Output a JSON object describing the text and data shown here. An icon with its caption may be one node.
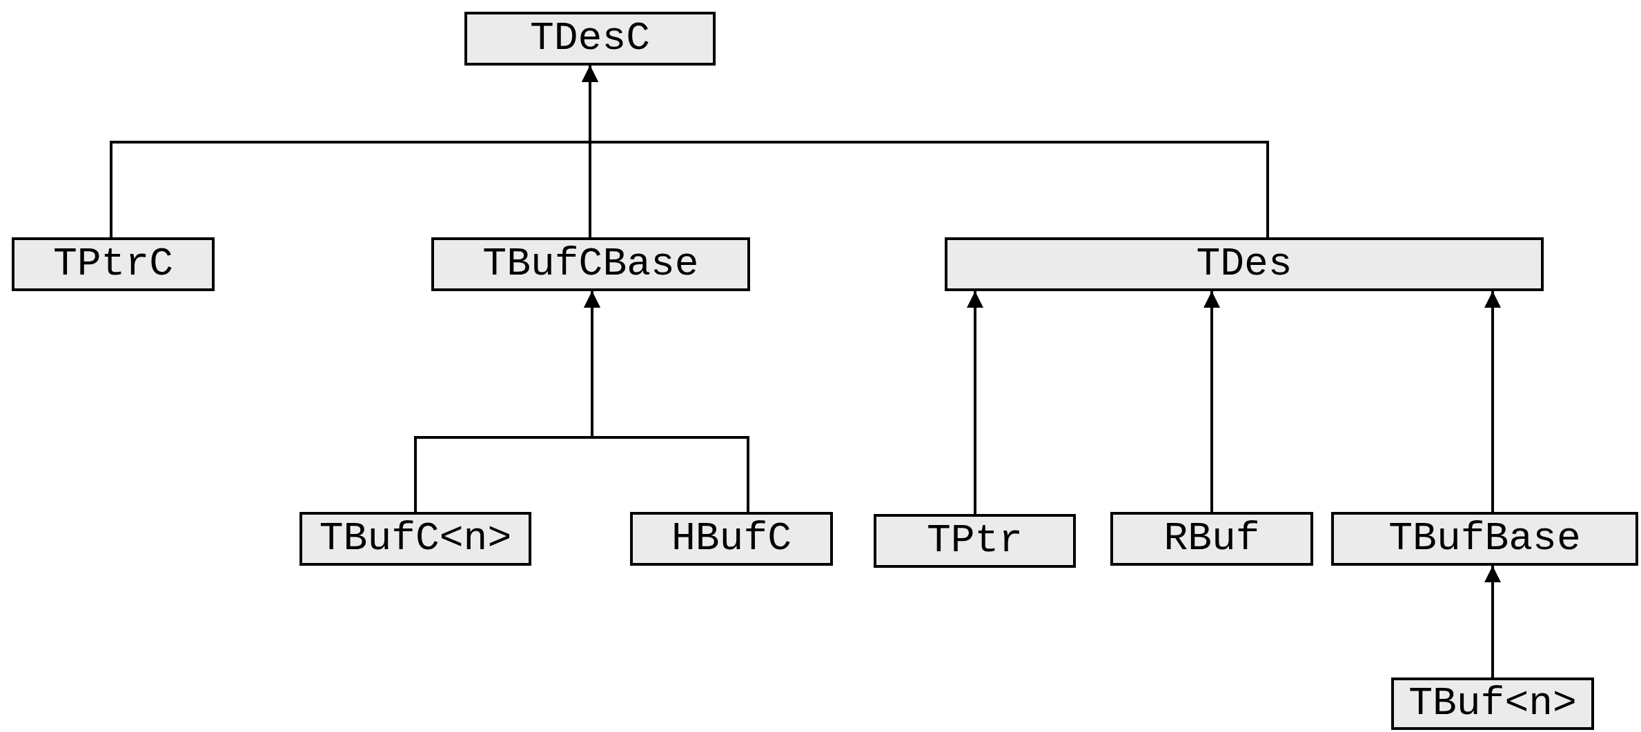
{
  "diagram": {
    "nodes": [
      {
        "text": [
          "TDesC"
        ]
      },
      {
        "text": [
          "TPtrC"
        ]
      },
      {
        "text": [
          "TBufCBase"
        ]
      },
      {
        "text": [
          "TDes"
        ]
      },
      {
        "text": [
          "TBufC<n>"
        ]
      },
      {
        "text": [
          "HBufC"
        ]
      },
      {
        "text": [
          "TPtr"
        ]
      },
      {
        "text": [
          "RBuf"
        ]
      },
      {
        "text": [
          "TBufBase"
        ]
      },
      {
        "text": [
          "TBuf<n>"
        ]
      }
    ],
    "edges": [
      {
        "from": 1,
        "to": 0,
        "arrow": "to"
      },
      {
        "from": 2,
        "to": 0,
        "arrow": "to"
      },
      {
        "from": 3,
        "to": 0,
        "arrow": "to"
      },
      {
        "from": 4,
        "to": 2,
        "arrow": "to"
      },
      {
        "from": 5,
        "to": 2,
        "arrow": "to"
      },
      {
        "from": 6,
        "to": 3,
        "arrow": "to"
      },
      {
        "from": 7,
        "to": 3,
        "arrow": "to"
      },
      {
        "from": 8,
        "to": 3,
        "arrow": "to"
      },
      {
        "from": 9,
        "to": 8,
        "arrow": "to"
      }
    ]
  }
}
